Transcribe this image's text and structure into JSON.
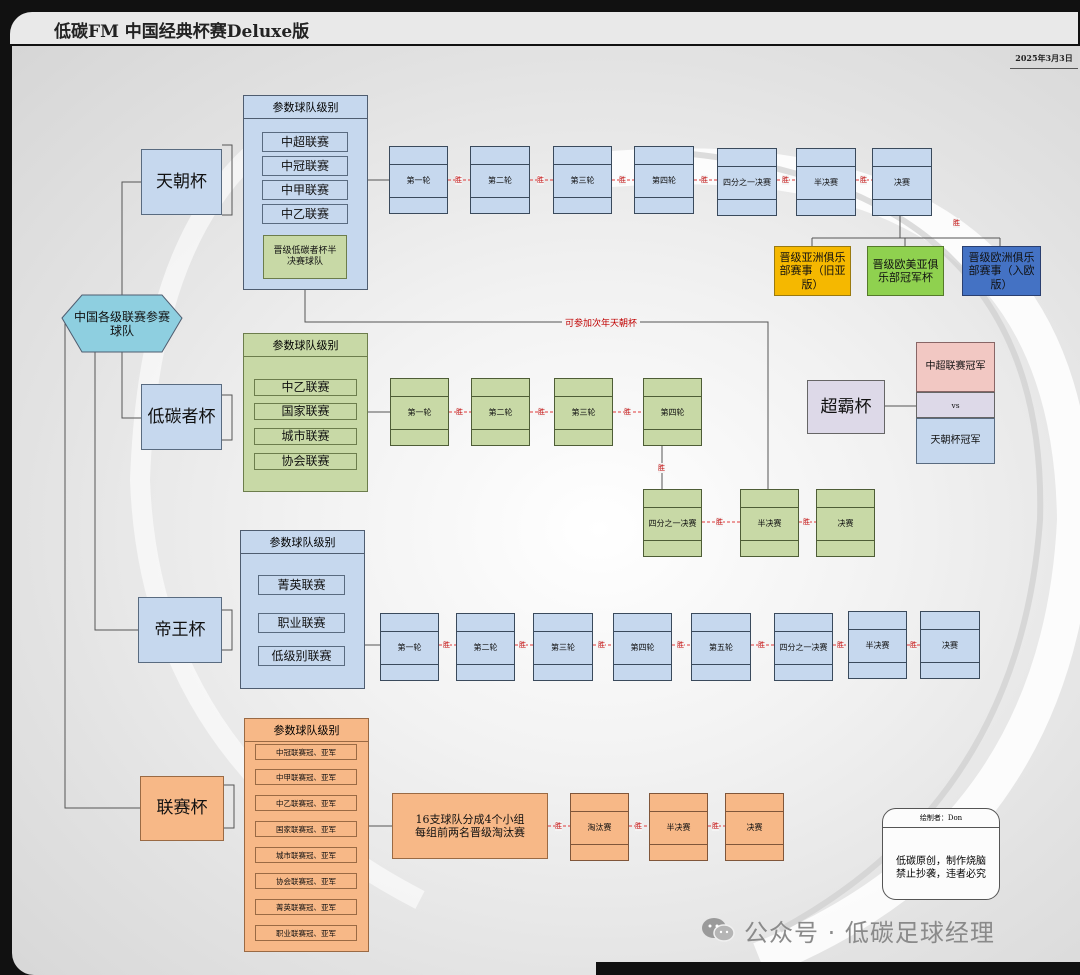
{
  "title": "低碳FM 中国经典杯赛Deluxe版",
  "date": "2025年3月3日",
  "win_label": "胜",
  "root": "中国各级联赛参赛球队",
  "panel_header": "参数球队级别",
  "cups": {
    "tianchao": {
      "name": "天朝杯",
      "tiers": [
        "中超联赛",
        "中冠联赛",
        "中甲联赛",
        "中乙联赛"
      ],
      "qualifier": "晋级低碳者杯半决赛球队",
      "rounds": [
        "第一轮",
        "第二轮",
        "第三轮",
        "第四轮",
        "四分之一决赛",
        "半决赛",
        "决赛"
      ],
      "outcomes": [
        "晋级亚洲俱乐部赛事（旧亚版）",
        "晋级欧美亚俱乐部冠军杯",
        "晋级欧洲俱乐部赛事（入欧版）"
      ]
    },
    "ditan": {
      "name": "低碳者杯",
      "tiers": [
        "中乙联赛",
        "国家联赛",
        "城市联赛",
        "协会联赛"
      ],
      "rounds": [
        "第一轮",
        "第二轮",
        "第三轮",
        "第四轮",
        "四分之一决赛",
        "半决赛",
        "决赛"
      ],
      "link_note": "可参加次年天朝杯"
    },
    "diwang": {
      "name": "帝王杯",
      "tiers": [
        "菁英联赛",
        "职业联赛",
        "低级别联赛"
      ],
      "rounds": [
        "第一轮",
        "第二轮",
        "第三轮",
        "第四轮",
        "第五轮",
        "四分之一决赛",
        "半决赛",
        "决赛"
      ]
    },
    "liansai": {
      "name": "联赛杯",
      "tiers": [
        "中冠联赛冠、亚军",
        "中甲联赛冠、亚军",
        "中乙联赛冠、亚军",
        "国家联赛冠、亚军",
        "城市联赛冠、亚军",
        "协会联赛冠、亚军",
        "菁英联赛冠、亚军",
        "职业联赛冠、亚军"
      ],
      "group_stage": "16支球队分成4个小组每组前两名晋级淘汰赛",
      "rounds": [
        "淘汰赛",
        "半决赛",
        "决赛"
      ]
    },
    "chaoba": {
      "name": "超霸杯",
      "top": "中超联赛冠军",
      "vs": "vs",
      "bottom": "天朝杯冠军"
    }
  },
  "signature": {
    "author": "绘制者：Don",
    "line1": "低碳原创，制作烧脑",
    "line2": "禁止抄袭，违者必究"
  },
  "watermark": "公众号 · 低碳足球经理",
  "colors": {
    "blue": "#c6d8ee",
    "green": "#c8d9a6",
    "orange": "#f7b887",
    "gold": "#f5b800",
    "mint": "#8fd14f",
    "deep_blue": "#4472c4",
    "hex": "#8ecfe0",
    "win_red": "#c00000"
  }
}
